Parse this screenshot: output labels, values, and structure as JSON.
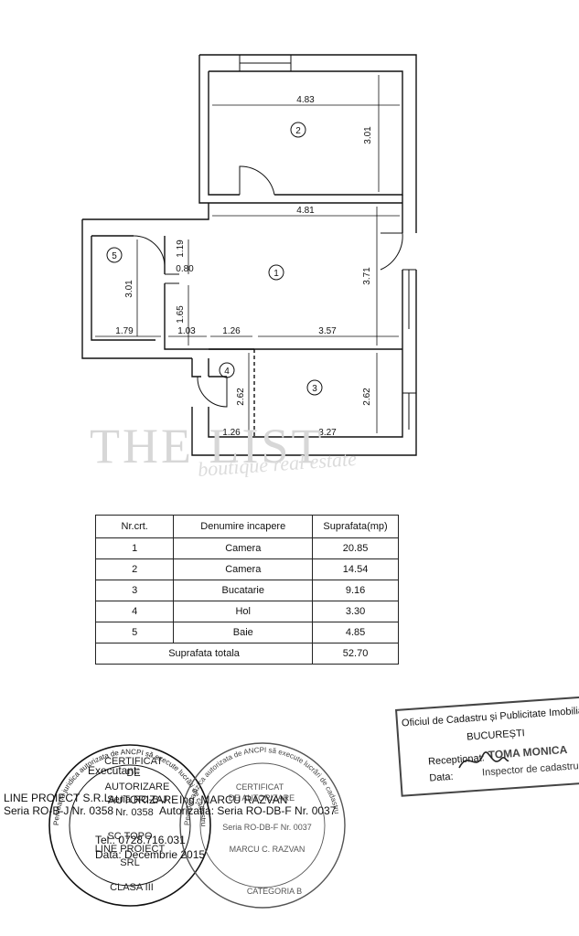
{
  "floor_plan": {
    "rooms": [
      {
        "no": "1"
      },
      {
        "no": "2"
      },
      {
        "no": "3"
      },
      {
        "no": "4"
      },
      {
        "no": "5"
      }
    ],
    "dimensions": {
      "room2_width": "4.83",
      "room2_height": "3.01",
      "room1_width": "4.81",
      "room1_height": "3.71",
      "room5_height": "3.01",
      "room5_width": "1.79",
      "d_119": "1.19",
      "d_080": "0.80",
      "d_165": "1.65",
      "d_103": "1.03",
      "d_126a": "1.26",
      "d_357": "3.57",
      "d_262a": "2.62",
      "d_262b": "2.62",
      "d_126b": "1.26",
      "d_327": "3.27"
    }
  },
  "watermark": {
    "title": "THE LIST",
    "subtitle": "boutique real estate"
  },
  "table": {
    "headers": {
      "nr": "Nr.crt.",
      "name": "Denumire incapere",
      "area": "Suprafata(mp)"
    },
    "rows": [
      {
        "nr": "1",
        "name": "Camera",
        "area": "20.85"
      },
      {
        "nr": "2",
        "name": "Camera",
        "area": "14.54"
      },
      {
        "nr": "3",
        "name": "Bucatarie",
        "area": "9.16"
      },
      {
        "nr": "4",
        "name": "Hol",
        "area": "3.30"
      },
      {
        "nr": "5",
        "name": "Baie",
        "area": "4.85"
      }
    ],
    "total_label": "Suprafata totala",
    "total_value": "52.70"
  },
  "receptie_stamp": {
    "line1": "Oficiul de Cadastru și Publicitate Imobiliară",
    "line2": "BUCUREȘTI",
    "receptionat": "Receptionat:",
    "name": "TOMA MONICA",
    "data": "Data:",
    "role": "Inspector de cadastru"
  },
  "executant": {
    "label": "Executant:",
    "company": "LINE PROIECT S.R.L",
    "seria": "Seria RO-B-J Nr. 0358",
    "autorizare": "AUTORIZARE",
    "person": "Ing. MARCU RAZVAN",
    "autorizatia": "Autorizatia: Seria RO-DB-F Nr. 0037",
    "tel": "Tel.: 0728.716.031",
    "data": "Data: Decembrie 2015"
  },
  "round_stamp_left": {
    "ring_text": "Persoana juridica autorizata de ANCPI să execute lucrări de cadastru",
    "center": [
      "CERTIFICAT",
      "DE",
      "AUTORIZARE",
      "Seria RO-B-J",
      "Nr. 0358",
      "SC TOPO",
      "LINE PROIECT",
      "SRL",
      "CLASA III"
    ]
  },
  "round_stamp_right": {
    "ring_text": "Persoana fizica autorizata de ANCPI să execute lucrări de cadastru",
    "center": [
      "CERTIFICAT",
      "DE AUTORIZARE",
      "Seria RO-DB-F Nr. 0037",
      "MARCU C. RAZVAN"
    ],
    "bottom": "CATEGORIA B"
  }
}
